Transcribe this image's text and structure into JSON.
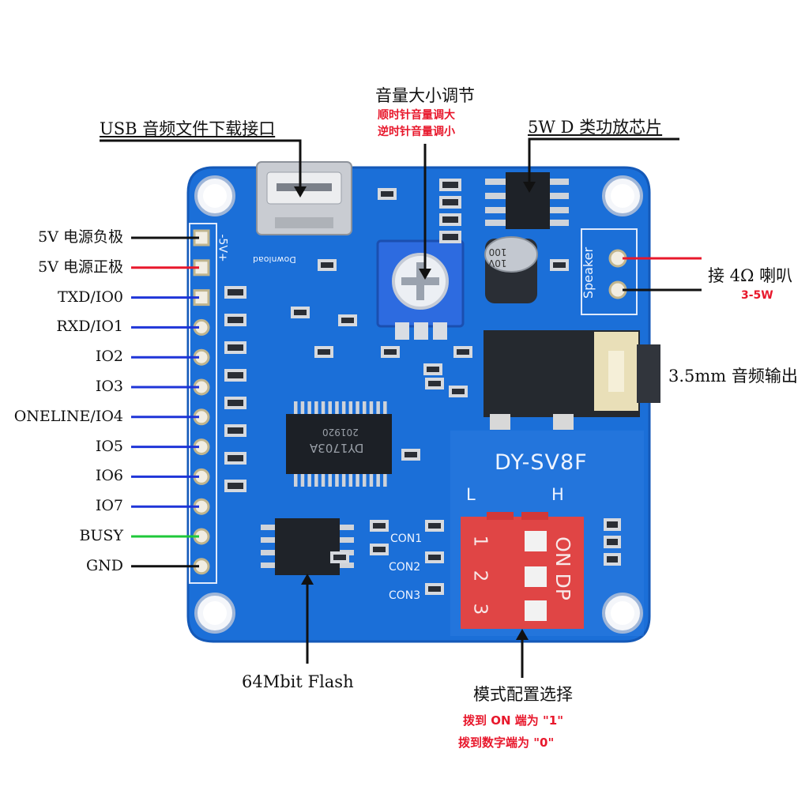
{
  "pin_labels": [
    {
      "text": "5V 电源负极",
      "color": "#111111"
    },
    {
      "text": "5V 电源正极",
      "color": "#e8182c"
    },
    {
      "text": "TXD/IO0",
      "color": "#1f35d8"
    },
    {
      "text": "RXD/IO1",
      "color": "#1f35d8"
    },
    {
      "text": "IO2",
      "color": "#1f35d8"
    },
    {
      "text": "IO3",
      "color": "#1f35d8"
    },
    {
      "text": "ONELINE/IO4",
      "color": "#1f35d8"
    },
    {
      "text": "IO5",
      "color": "#1f35d8"
    },
    {
      "text": "IO6",
      "color": "#1f35d8"
    },
    {
      "text": "IO7",
      "color": "#1f35d8"
    },
    {
      "text": "BUSY",
      "color": "#1fc83a"
    },
    {
      "text": "GND",
      "color": "#111111"
    }
  ],
  "callouts": {
    "usb": "USB 音频文件下载接口",
    "volume_title": "音量大小调节",
    "volume_sub1": "顺时针音量调大",
    "volume_sub2": "逆时针音量调小",
    "amp": "5W D 类功放芯片",
    "speaker": "接 4Ω 喇叭",
    "speaker_sub": "3-5W",
    "audio_out": "3.5mm 音频输出",
    "flash": "64Mbit Flash",
    "mode_title": "模式配置选择",
    "mode_sub1": "拨到 ON 端为 \"1\"",
    "mode_sub2": "拨到数字端为 \"0\""
  },
  "silkscreen": {
    "model": "DY-SV8F",
    "low": "L",
    "high": "H",
    "con1": "CON1",
    "con2": "CON2",
    "con3": "CON3",
    "speaker": "Speaker",
    "download": "Download",
    "pin_header": "-5V+",
    "chip_main": "DY1703A",
    "chip_code": "201920",
    "cap_text": "10V\n100",
    "dip_on": "ON DP",
    "dip_1": "1",
    "dip_2": "2",
    "dip_3": "3"
  },
  "colors": {
    "board": "#1b6fd8",
    "board_dark": "#155cb8",
    "dip": "#e04545",
    "pot": "#2d6be0"
  }
}
